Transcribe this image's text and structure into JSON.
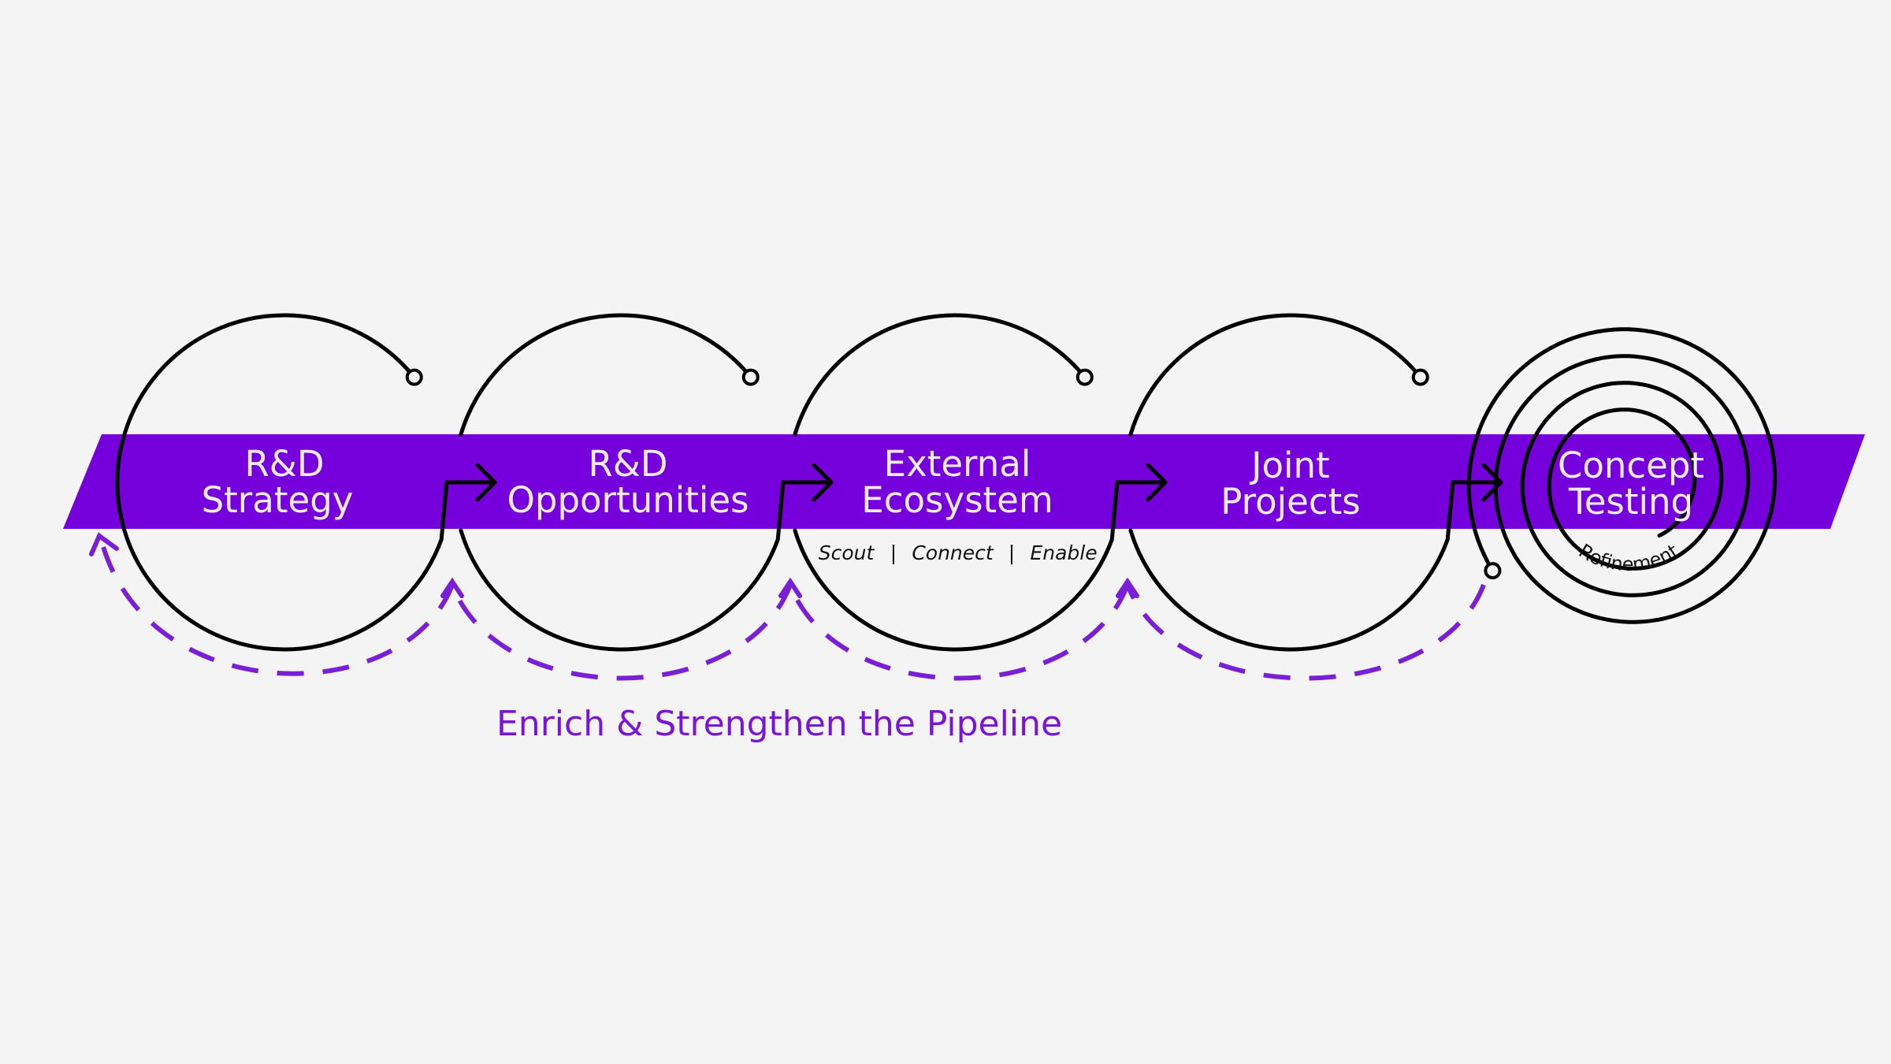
{
  "colors": {
    "band": "#7600dc",
    "dash": "#7a1fd6",
    "line": "#000000",
    "background": "#f4f4f4",
    "label": "#f6ecff"
  },
  "stages": [
    {
      "line1": "R&D",
      "line2": "Strategy"
    },
    {
      "line1": "R&D",
      "line2": "Opportunities"
    },
    {
      "line1": "External",
      "line2": "Ecosystem"
    },
    {
      "line1": "Joint",
      "line2": "Projects"
    },
    {
      "line1": "Concept",
      "line2": "Testing"
    }
  ],
  "ecosystem_sub": {
    "scout": "Scout",
    "sep1": "|",
    "connect": "Connect",
    "sep2": "|",
    "enable": "Enable"
  },
  "refinement_label": "Refinement",
  "feedback_label": "Enrich & Strengthen the Pipeline"
}
